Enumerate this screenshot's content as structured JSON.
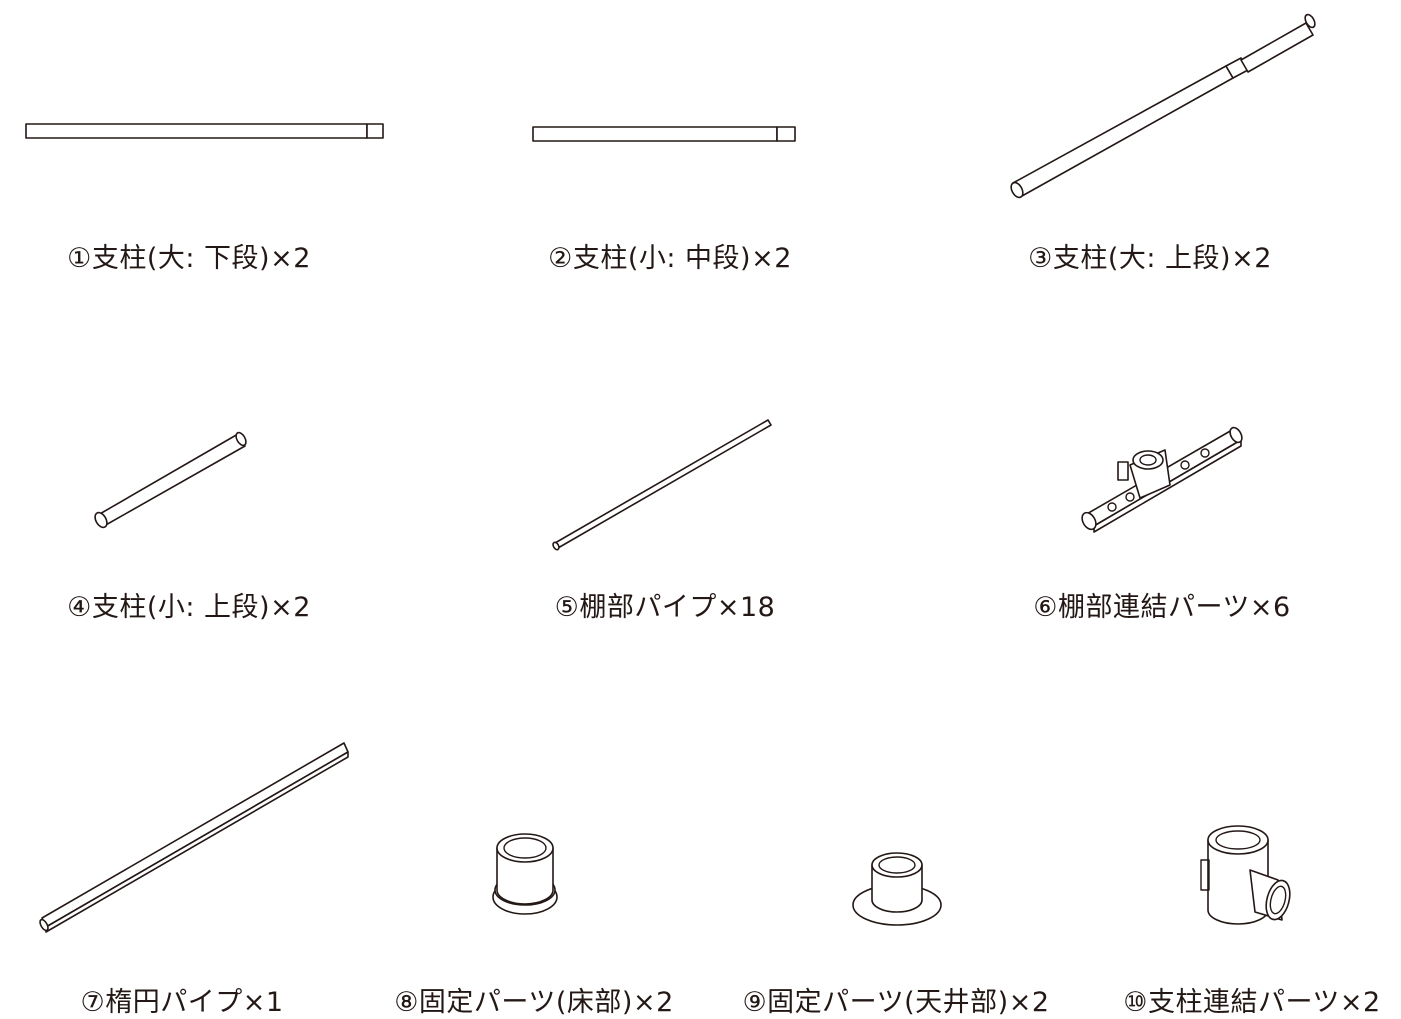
{
  "parts": [
    {
      "id": 1,
      "label": "①支柱(大: 下段)×2"
    },
    {
      "id": 2,
      "label": "②支柱(小: 中段)×2"
    },
    {
      "id": 3,
      "label": "③支柱(大: 上段)×2"
    },
    {
      "id": 4,
      "label": "④支柱(小: 上段)×2"
    },
    {
      "id": 5,
      "label": "⑤棚部パイプ×18"
    },
    {
      "id": 6,
      "label": "⑥棚部連結パーツ×6"
    },
    {
      "id": 7,
      "label": "⑦楕円パイプ×1"
    },
    {
      "id": 8,
      "label": "⑧固定パーツ(床部)×2"
    },
    {
      "id": 9,
      "label": "⑨固定パーツ(天井部)×2"
    },
    {
      "id": 10,
      "label": "⑩支柱連結パーツ×2"
    }
  ]
}
